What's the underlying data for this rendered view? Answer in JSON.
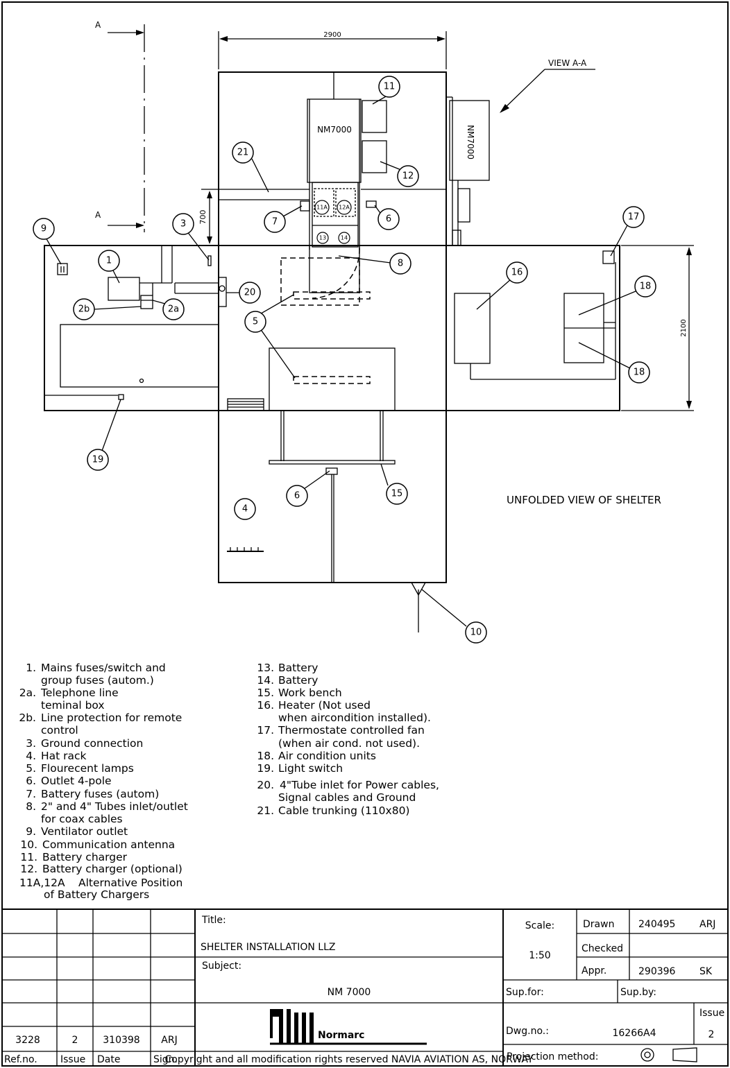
{
  "drawing": {
    "dimensions": {
      "width_top": "2900",
      "height_right": "2100",
      "offset_700": "700"
    },
    "section_marks": {
      "a_top": "A",
      "a_bottom": "A"
    },
    "view_label": "VIEW A-A",
    "equipment_label_main": "NM7000",
    "equipment_label_side": "NM7000",
    "unfolded_view_title": "UNFOLDED VIEW OF SHELTER",
    "callouts": {
      "c1": "1",
      "c2a": "2a",
      "c2b": "2b",
      "c3": "3",
      "c4": "4",
      "c5": "5",
      "c6a": "6",
      "c6b": "6",
      "c7": "7",
      "c8": "8",
      "c9": "9",
      "c10": "10",
      "c11": "11",
      "c12": "12",
      "c15": "15",
      "c16": "16",
      "c17": "17",
      "c18a": "18",
      "c18b": "18",
      "c19": "19",
      "c20": "20",
      "c21": "21"
    },
    "small_marks": {
      "m11a": "11A",
      "m12a": "12A",
      "m13": "13",
      "m14": "14"
    }
  },
  "legend": {
    "left": [
      {
        "num": "1.",
        "text": "Mains fuses/switch and",
        "cont": "group fuses (autom.)"
      },
      {
        "num": "2a.",
        "text": "Telephone line",
        "cont": "teminal box"
      },
      {
        "num": "2b.",
        "text": "Line protection for remote",
        "cont": "control"
      },
      {
        "num": "3.",
        "text": "Ground connection"
      },
      {
        "num": "4.",
        "text": "Hat rack"
      },
      {
        "num": "5.",
        "text": "Flourecent lamps"
      },
      {
        "num": "6.",
        "text": "Outlet 4-pole"
      },
      {
        "num": "7.",
        "text": "Battery fuses (autom)"
      },
      {
        "num": "8.",
        "text": "2\" and 4\" Tubes inlet/outlet",
        "cont": "for coax cables"
      },
      {
        "num": "9.",
        "text": "Ventilator outlet"
      },
      {
        "num": "10.",
        "text": "Communication antenna"
      },
      {
        "num": "11.",
        "text": "Battery charger"
      },
      {
        "num": "12.",
        "text": "Battery charger (optional)"
      },
      {
        "num": "11A,12A",
        "text": "Alternative Position",
        "cont": "of Battery Chargers"
      }
    ],
    "right": [
      {
        "num": "13.",
        "text": "Battery"
      },
      {
        "num": "14.",
        "text": "Battery"
      },
      {
        "num": "15.",
        "text": "Work bench"
      },
      {
        "num": "16.",
        "text": "Heater (Not used",
        "cont": "when aircondition installed)."
      },
      {
        "num": "17.",
        "text": "Thermostate controlled fan",
        "cont": "(when air cond. not used)."
      },
      {
        "num": "18.",
        "text": "Air condition units"
      },
      {
        "num": "19.",
        "text": "Light switch"
      },
      {
        "num": "20.",
        "text": "4\"Tube inlet for Power cables,",
        "cont": "Signal cables and Ground"
      },
      {
        "num": "21.",
        "text": "Cable trunking (110x80)"
      }
    ]
  },
  "title_block": {
    "title_label": "Title:",
    "title": "SHELTER INSTALLATION LLZ",
    "subject_label": "Subject:",
    "subject": "NM 7000",
    "scale_label": "Scale:",
    "scale": "1:50",
    "drawn_label": "Drawn",
    "drawn_date": "240495",
    "drawn_by": "ARJ",
    "checked_label": "Checked",
    "appr_label": "Appr.",
    "appr_date": "290396",
    "appr_by": "SK",
    "sup_for_label": "Sup.for:",
    "sup_by_label": "Sup.by:",
    "issue_label": "Issue",
    "issue": "2",
    "dwg_label": "Dwg.no.:",
    "dwg_no": "16266A4",
    "projection_label": "Projection method:",
    "company": "Normarc",
    "copyright": "Copyright and all modification rights reserved NAVIA AVIATION AS, NORWAY",
    "revision": {
      "ref": "3228",
      "issue": "2",
      "date": "310398",
      "sign": "ARJ"
    },
    "rev_headers": {
      "ref": "Ref.no.",
      "issue": "Issue",
      "date": "Date",
      "sign": "Sign."
    }
  }
}
